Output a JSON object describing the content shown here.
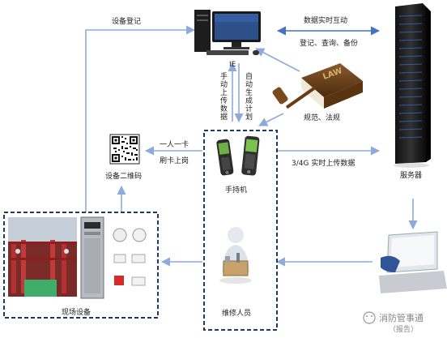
{
  "labels": {
    "device_register": "设备登记",
    "realtime_interaction": "数据实时互动",
    "register_query_backup": "登记、查询、备份",
    "ie": "IE",
    "manual_upload": "手动上传数据",
    "auto_plan": "自动生成计划",
    "law_book_text": "LAW",
    "regulations": "规范、法规",
    "one_person_one_card": "一人一卡",
    "swipe_card": "刷卡上岗",
    "device_qr": "设备二维码",
    "handheld": "手持机",
    "upload_4g": "3/4G 实时上传数据",
    "server": "服务器",
    "site_equipment": "现场设备",
    "maintenance": "维修人员",
    "watermark_name": "消防管事通",
    "watermark_sub": "（报告）"
  },
  "colors": {
    "box_border": "#1f3864",
    "line": "#8eaadb",
    "arrow": "#4472c4"
  }
}
